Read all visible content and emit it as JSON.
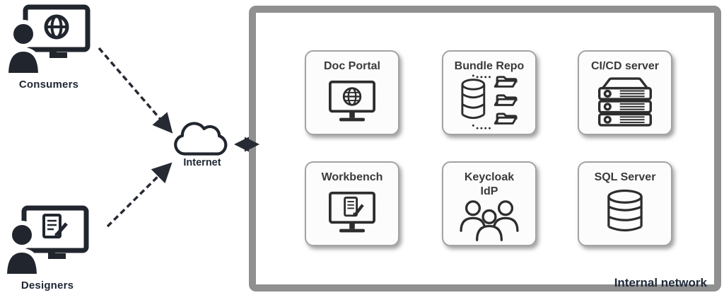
{
  "diagram": {
    "type": "architecture-diagram",
    "background": "#ffffff",
    "colors": {
      "actor_dark": "#21262e",
      "label_dark": "#1f2633",
      "connector": "#262a33",
      "boundary_border": "#909090",
      "card_border": "#a3a3a3",
      "card_background": "#fcfcfc",
      "card_title": "#3a3a3a",
      "icon_stroke": "#2d2d2d",
      "boundary_label_color": "#1f2a3a"
    },
    "actors": [
      {
        "label": "Consumers",
        "icon": "user-browsing-monitor-icon"
      },
      {
        "label": "Designers",
        "icon": "user-editing-monitor-icon"
      }
    ],
    "network": {
      "label": "Internet",
      "icon": "cloud-icon"
    },
    "connectors": [
      {
        "from": "Consumers",
        "to": "Internet",
        "style": "dashed-arrow"
      },
      {
        "from": "Designers",
        "to": "Internet",
        "style": "dashed-arrow"
      },
      {
        "from": "Internet",
        "to": "boundary",
        "style": "double-arrow"
      }
    ],
    "boundary": {
      "label": "Internal network",
      "cards": [
        {
          "title": "Doc Portal",
          "icon": "monitor-globe-icon"
        },
        {
          "title": "Bundle Repo",
          "icon": "database-folders-icon"
        },
        {
          "title": "CI/CD server",
          "icon": "server-stack-icon"
        },
        {
          "title": "Workbench",
          "icon": "monitor-edit-icon"
        },
        {
          "title": "Keycloak\nIdP",
          "icon": "users-group-icon"
        },
        {
          "title": "SQL Server",
          "icon": "database-icon"
        }
      ]
    }
  }
}
